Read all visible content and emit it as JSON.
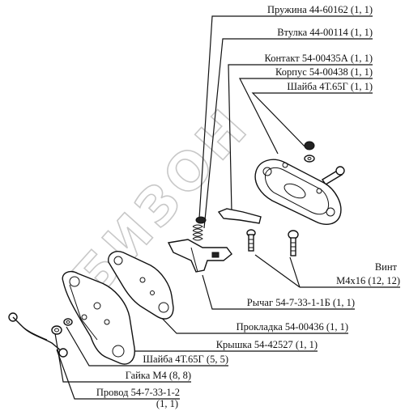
{
  "watermark": "БИЗОН",
  "callouts": [
    {
      "id": "spring",
      "text": "Пружина 44-60162 (1, 1)"
    },
    {
      "id": "bushing",
      "text": "Втулка 44-00114 (1, 1)"
    },
    {
      "id": "contact",
      "text": "Контакт 54-00435А (1, 1)"
    },
    {
      "id": "housing",
      "text": "Корпус 54-00438 (1, 1)"
    },
    {
      "id": "washer-top",
      "text": "Шайба 4Т.65Г (1, 1)"
    },
    {
      "id": "screw-title",
      "text": "Винт"
    },
    {
      "id": "screw-spec",
      "text": "М4х16 (12, 12)"
    },
    {
      "id": "lever",
      "text": "Рычаг 54-7-33-1-1Б (1, 1)"
    },
    {
      "id": "gasket",
      "text": "Прокладка 54-00436 (1, 1)"
    },
    {
      "id": "cover",
      "text": "Крышка 54-42527 (1, 1)"
    },
    {
      "id": "washer-bottom",
      "text": "Шайба 4Т.65Г (5, 5)"
    },
    {
      "id": "nut",
      "text": "Гайка М4 (8, 8)"
    },
    {
      "id": "wire",
      "text": "Провод 54-7-33-1-2"
    },
    {
      "id": "wire-qty",
      "text": "(1, 1)"
    }
  ]
}
